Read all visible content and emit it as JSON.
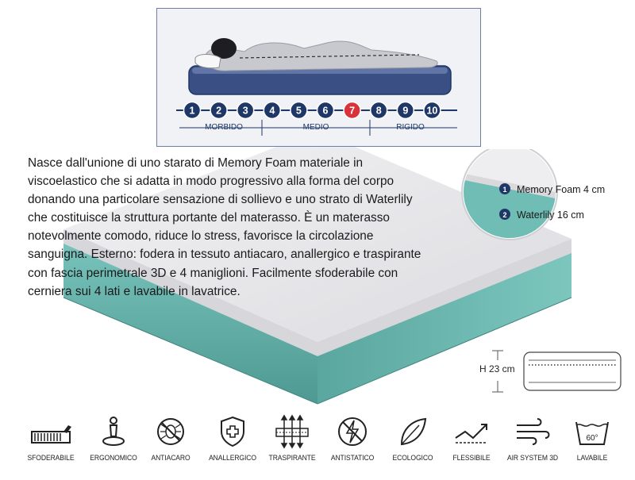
{
  "firmness": {
    "scale": [
      "1",
      "2",
      "3",
      "4",
      "5",
      "6",
      "7",
      "8",
      "9",
      "10"
    ],
    "selected_index": 6,
    "zones": [
      "MORBIDO",
      "MEDIO",
      "RIGIDO"
    ],
    "colors": {
      "dot": "#1e3767",
      "selected": "#d8333b",
      "line": "#1e3767"
    }
  },
  "description": "Nasce dall'unione di uno starato di Memory Foam materiale in viscoelastico che si adatta in modo progressivo alla forma del corpo donando una particolare sensazione di sollievo e uno strato di Waterlily che costituisce la struttura portante del materasso. È un materasso notevolmente comodo, riduce lo stress, favorisce la circolazione sanguigna. Esterno: fodera in tessuto antiacaro, anallergico e traspirante con fascia perimetrale 3D e 4 maniglioni. Facilmente sfoderabile con cerniera sui 4 lati e lavabile in lavatrice.",
  "layers": [
    {
      "number": "1",
      "label": "Memory Foam 4 cm"
    },
    {
      "number": "2",
      "label": "Waterlily 16 cm"
    }
  ],
  "height_label": "H 23 cm",
  "colors": {
    "foam_top": "#e9e9ec",
    "foam_side": "#69b8b0",
    "navy": "#1e3767"
  },
  "features": [
    {
      "label": "SFODERABILE",
      "icon": "zipper-icon"
    },
    {
      "label": "ERGONOMICO",
      "icon": "person-pin-icon"
    },
    {
      "label": "ANTIACARO",
      "icon": "no-mite-icon"
    },
    {
      "label": "ANALLERGICO",
      "icon": "shield-cross-icon"
    },
    {
      "label": "TRASPIRANTE",
      "icon": "breathable-arrows-icon"
    },
    {
      "label": "ANTISTATICO",
      "icon": "no-lightning-icon"
    },
    {
      "label": "ECOLOGICO",
      "icon": "leaf-icon"
    },
    {
      "label": "FLESSIBILE",
      "icon": "flexible-icon"
    },
    {
      "label": "AIR SYSTEM 3D",
      "icon": "wind-icon"
    },
    {
      "label": "LAVABILE",
      "icon": "wash-60-icon"
    }
  ],
  "wash_temperature": "60°"
}
